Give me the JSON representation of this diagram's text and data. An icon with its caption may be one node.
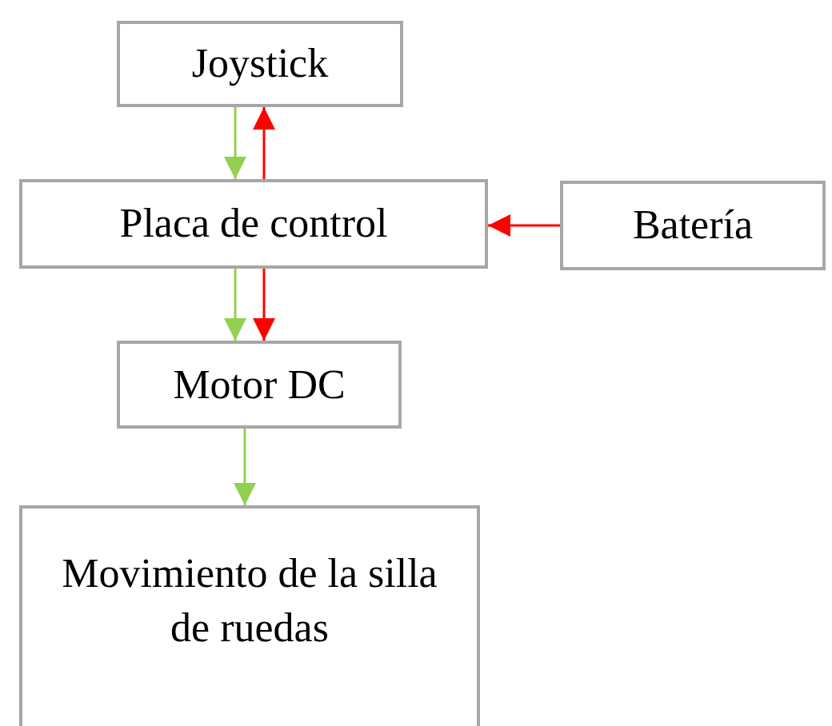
{
  "diagram": {
    "nodes": [
      {
        "text": [
          "Joystick"
        ]
      },
      {
        "text": [
          "Placa de control"
        ]
      },
      {
        "text": [
          "Batería"
        ]
      },
      {
        "text": [
          "Motor DC"
        ]
      },
      {
        "text": [
          "Movimiento de la silla de ruedas"
        ]
      }
    ],
    "edges": [
      {
        "from": 0,
        "to": 1,
        "arrow": "to",
        "color": "#92d050"
      },
      {
        "from": 1,
        "to": 0,
        "arrow": "to",
        "color": "#ff0000"
      },
      {
        "from": 2,
        "to": 1,
        "arrow": "to",
        "color": "#ff0000"
      },
      {
        "from": 1,
        "to": 3,
        "arrow": "to",
        "color": "#92d050"
      },
      {
        "from": 1,
        "to": 3,
        "arrow": "to",
        "color": "#ff0000"
      },
      {
        "from": 3,
        "to": 4,
        "arrow": "to",
        "color": "#92d050"
      }
    ]
  }
}
